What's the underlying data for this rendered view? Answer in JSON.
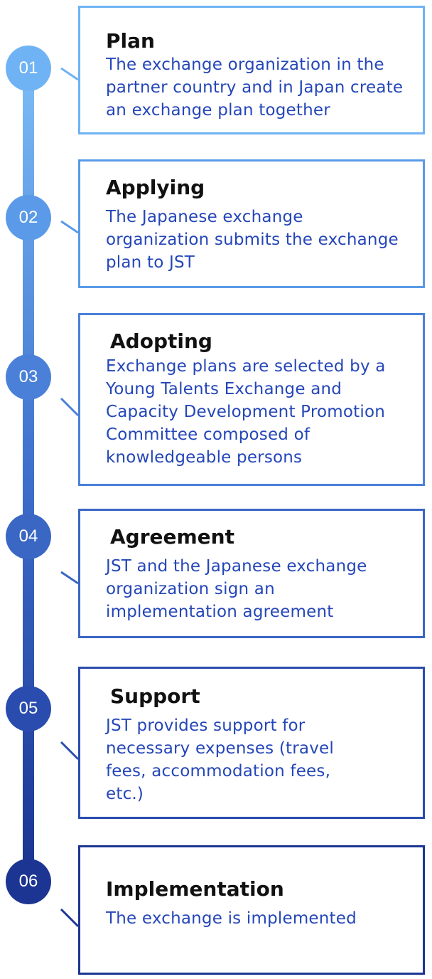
{
  "steps": [
    {
      "number": "01",
      "title": "Plan",
      "description": "The exchange organization in the partner country and in Japan create an exchange plan together",
      "color": "#6fb3f4"
    },
    {
      "number": "02",
      "title": "Applying",
      "description": "The Japanese exchange organization submits the exchange plan to JST",
      "color": "#5a9ae8"
    },
    {
      "number": "03",
      "title": "Adopting",
      "description": "Exchange plans are selected by a Young Talents Exchange and Capacity Development Promotion Committee composed of knowledgeable persons",
      "color": "#4a80d8"
    },
    {
      "number": "04",
      "title": "Agreement",
      "description": "JST and the Japanese exchange organization sign an implementation agreement",
      "color": "#3a66c4"
    },
    {
      "number": "05",
      "title": "Support",
      "description": "JST provides support for necessary expenses (travel fees, accommodation fees, etc.)",
      "color": "#2a4cae"
    },
    {
      "number": "06",
      "title": "Implementation",
      "description": "The exchange is implemented",
      "color": "#1c3592"
    }
  ]
}
